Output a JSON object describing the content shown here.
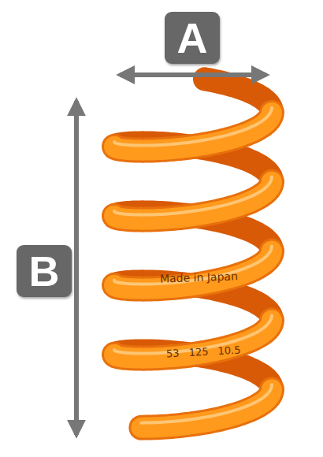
{
  "diagram": {
    "nodes": [
      {
        "text": [
          "A"
        ]
      },
      {
        "text": [
          "B"
        ]
      }
    ],
    "labels": [
      "Made in Japan",
      "53 125 10.5"
    ]
  }
}
